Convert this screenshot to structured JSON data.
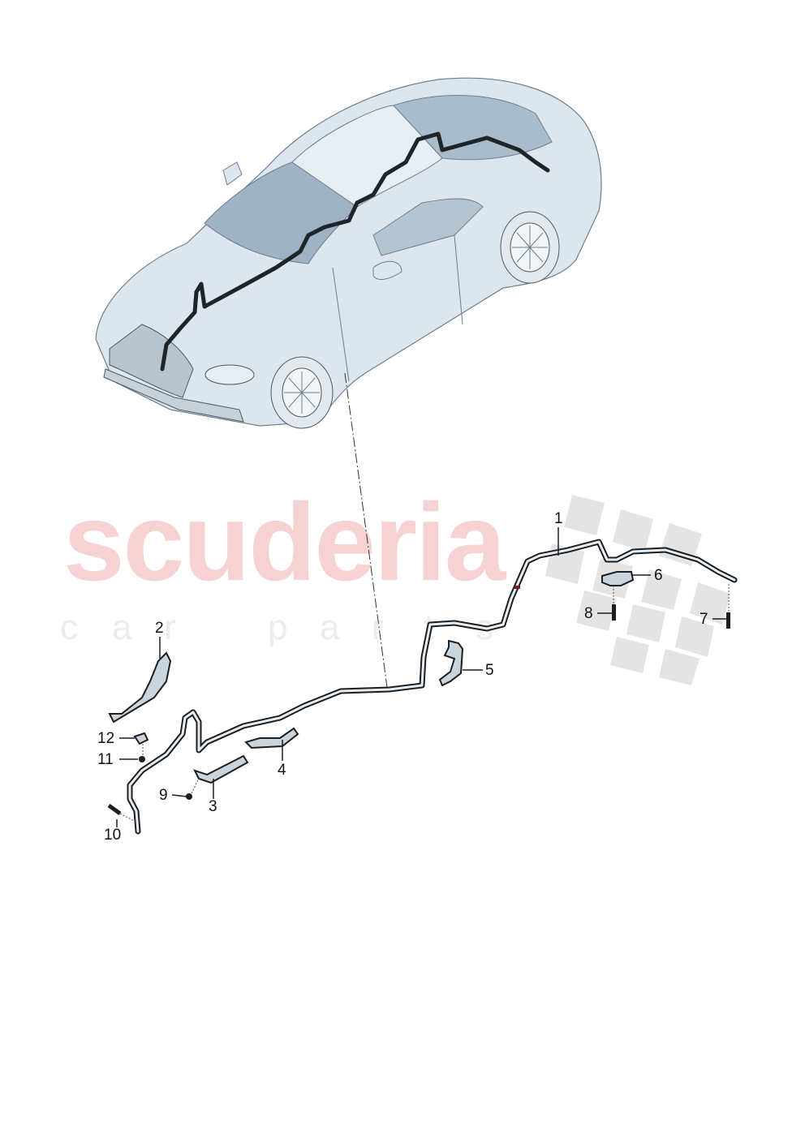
{
  "diagram": {
    "type": "exploded-parts-diagram",
    "subject": "vehicle underbody pipe/line routing with brackets",
    "watermark": {
      "brand": "scuderia",
      "tagline_letters": [
        "c",
        "a",
        "r",
        "",
        "p",
        "a",
        "r",
        "t",
        "s"
      ],
      "brand_color": "#f7d2d2",
      "tagline_color": "#ececec",
      "flag_color": "#e4e4e4"
    },
    "callouts": [
      {
        "id": "1",
        "label": "1"
      },
      {
        "id": "2",
        "label": "2"
      },
      {
        "id": "3",
        "label": "3"
      },
      {
        "id": "4",
        "label": "4"
      },
      {
        "id": "5",
        "label": "5"
      },
      {
        "id": "6",
        "label": "6"
      },
      {
        "id": "7",
        "label": "7"
      },
      {
        "id": "8",
        "label": "8"
      },
      {
        "id": "9",
        "label": "9"
      },
      {
        "id": "10",
        "label": "10"
      },
      {
        "id": "11",
        "label": "11"
      },
      {
        "id": "12",
        "label": "12"
      }
    ],
    "colors": {
      "car_body": "#dde6ee",
      "car_glass": "#9fb3c4",
      "car_outline": "#6b7f90",
      "line_highlight": "#1e2428",
      "part_fill": "#c9d4dc",
      "part_outline": "#1a1f24"
    }
  }
}
